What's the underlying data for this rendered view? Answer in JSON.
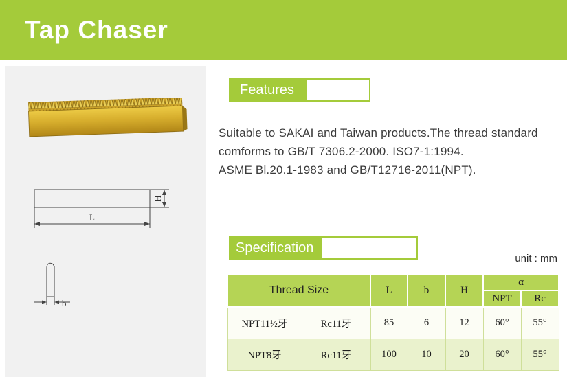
{
  "banner": {
    "title": "Tap Chaser"
  },
  "features": {
    "heading": "Features",
    "lines": [
      "Suitable to SAKAI and Taiwan products.The thread standard",
      "comforms to GB/T 7306.2-2000. ISO7-1:1994.",
      "ASME Bl.20.1-1983 and GB/T12716-2011(NPT)."
    ]
  },
  "specification": {
    "heading": "Specification",
    "unit_note": "unit : mm"
  },
  "spec_table": {
    "columns": {
      "thread_size": "Thread Size",
      "l": "L",
      "b": "b",
      "h": "H",
      "alpha": "α",
      "alpha_npt": "NPT",
      "alpha_rc": "Rc"
    },
    "rows": [
      {
        "npt": "NPT11½牙",
        "rc": "Rc11牙",
        "l": "85",
        "b": "6",
        "h": "12",
        "angle_npt": "60°",
        "angle_rc": "55°"
      },
      {
        "npt": "NPT8牙",
        "rc": "Rc11牙",
        "l": "100",
        "b": "10",
        "h": "20",
        "angle_npt": "60°",
        "angle_rc": "55°"
      }
    ]
  },
  "diagram": {
    "labels": {
      "length": "L",
      "height": "H",
      "width": "b"
    }
  },
  "colors": {
    "primary_green": "#a4cb3a",
    "table_header_green": "#b5d455",
    "row_alt_green": "#eaf2cd",
    "panel_grey": "#f1f1f1",
    "product_gold": "#d7ae2d"
  }
}
